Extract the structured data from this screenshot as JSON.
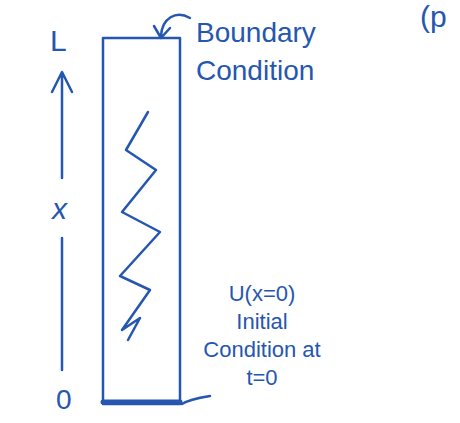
{
  "diagram": {
    "labels": [
      "(p",
      "Boundary Condition",
      "L",
      "x",
      "U(x=0) Initial Condition at t=0",
      "0"
    ]
  }
}
